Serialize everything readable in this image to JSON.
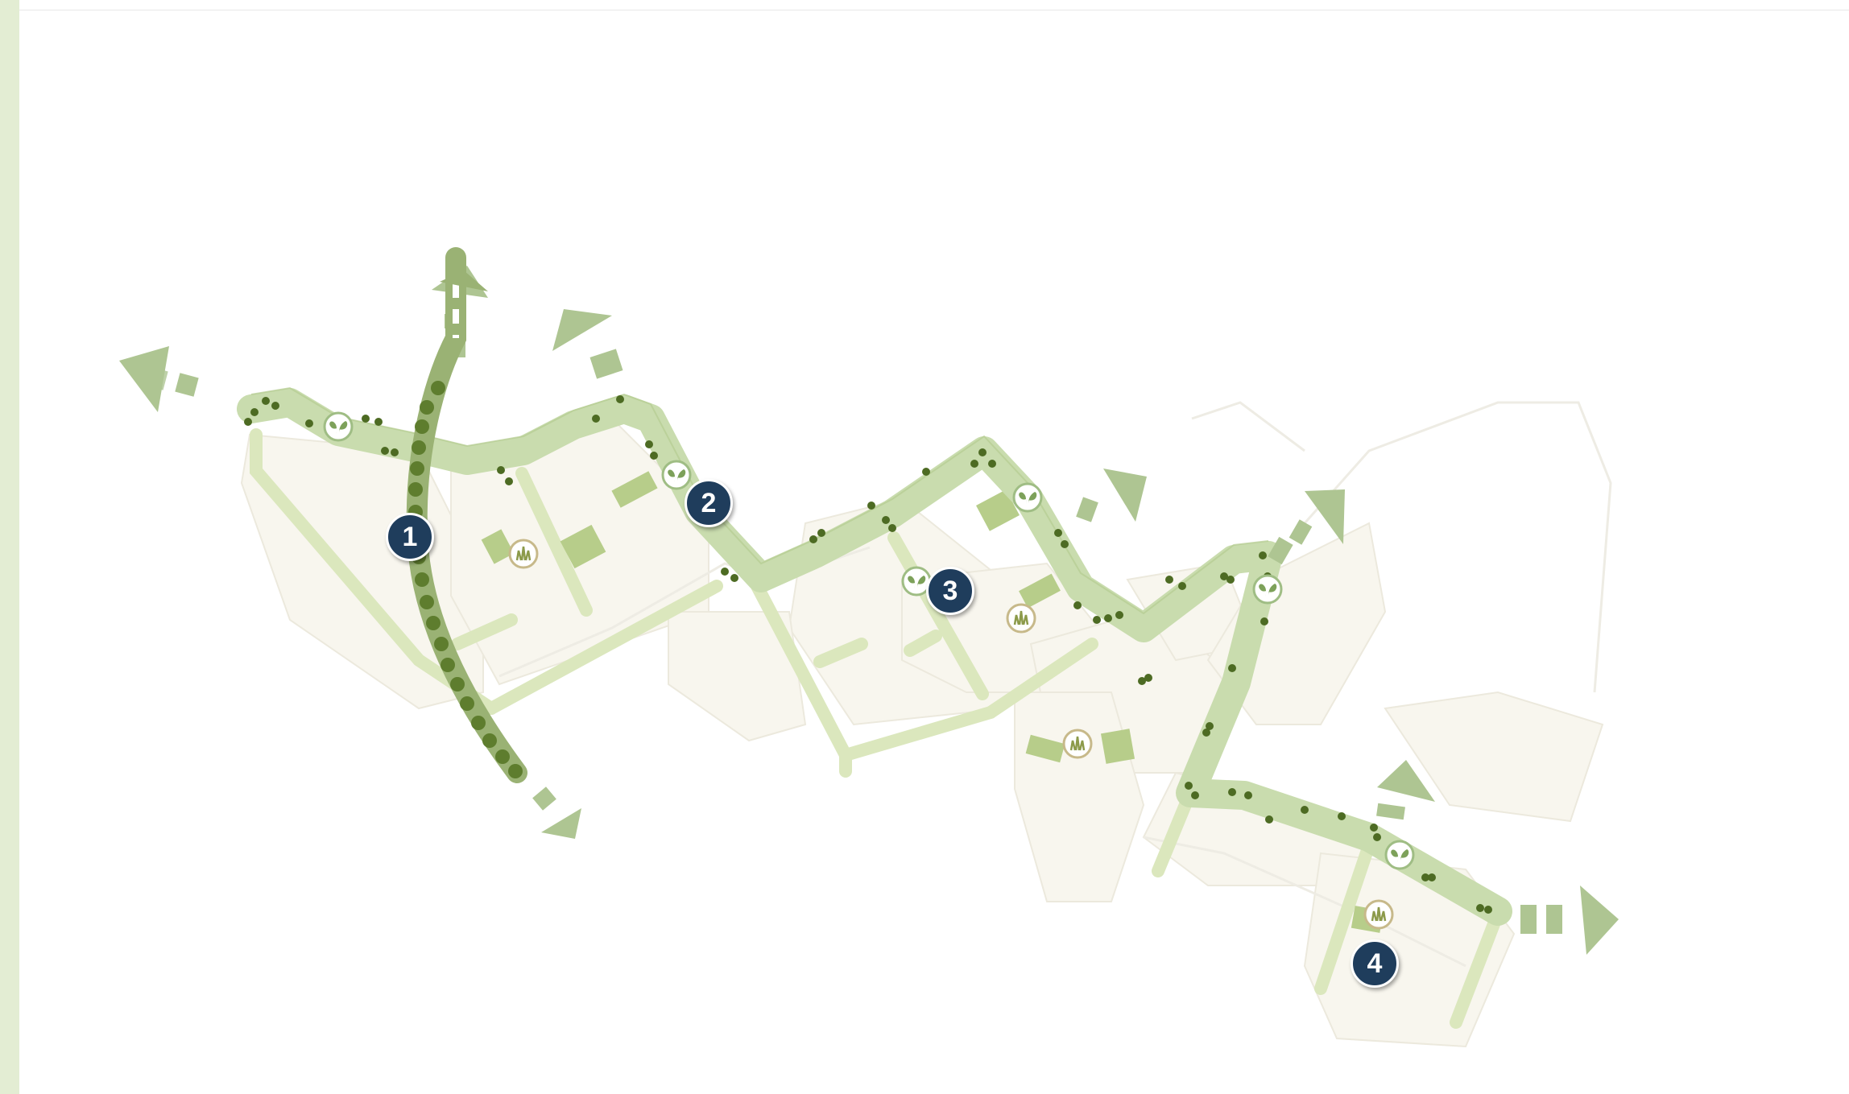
{
  "colors": {
    "sidebar": "#e3edd3",
    "primary_corridor": "#c9dcae",
    "secondary_street": "#dbe7bd",
    "tree_canopy": "#4d6b23",
    "block_fill": "#f8f6ee",
    "arrow": "#aec592",
    "marker": "#1f3d5c"
  },
  "icons": {
    "leaf": "leaf-icon",
    "grass": "grass-icon",
    "direction": "arrow-icon"
  },
  "markers": [
    {
      "id": "1",
      "label": "1"
    },
    {
      "id": "2",
      "label": "2"
    },
    {
      "id": "3",
      "label": "3"
    },
    {
      "id": "4",
      "label": "4"
    }
  ]
}
